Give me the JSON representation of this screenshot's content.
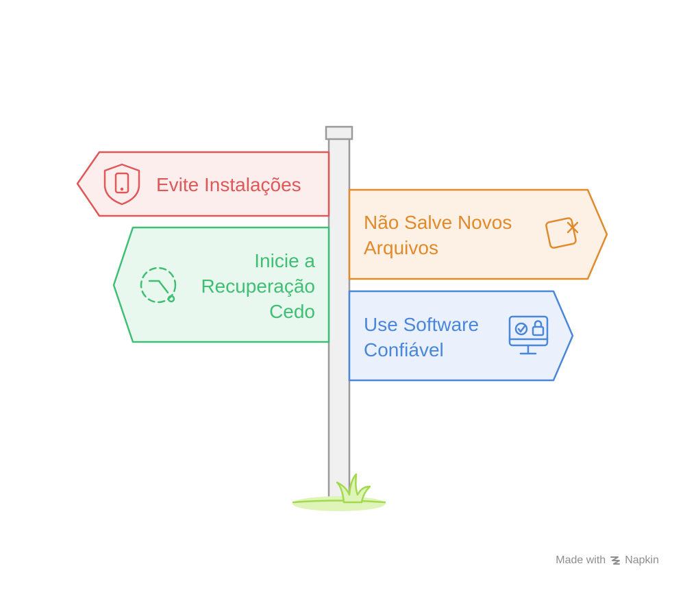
{
  "signs": [
    {
      "lines": [
        "Evite Instalações"
      ],
      "color": "#e05757",
      "fill": "#fdeeee",
      "icon": "shield-phone-icon"
    },
    {
      "lines": [
        "Não Salve Novos",
        "Arquivos"
      ],
      "color": "#e08a2c",
      "fill": "#fdf1e6",
      "icon": "square-x-icon"
    },
    {
      "lines": [
        "Inicie a",
        "Recuperação",
        "Cedo"
      ],
      "color": "#3fbf74",
      "fill": "#e9f8ee",
      "icon": "dashed-clock-icon"
    },
    {
      "lines": [
        "Use Software",
        "Confiável"
      ],
      "color": "#4a86d9",
      "fill": "#eaf1fc",
      "icon": "monitor-lock-icon"
    }
  ],
  "footer": {
    "prefix": "Made with",
    "brand": "Napkin"
  }
}
